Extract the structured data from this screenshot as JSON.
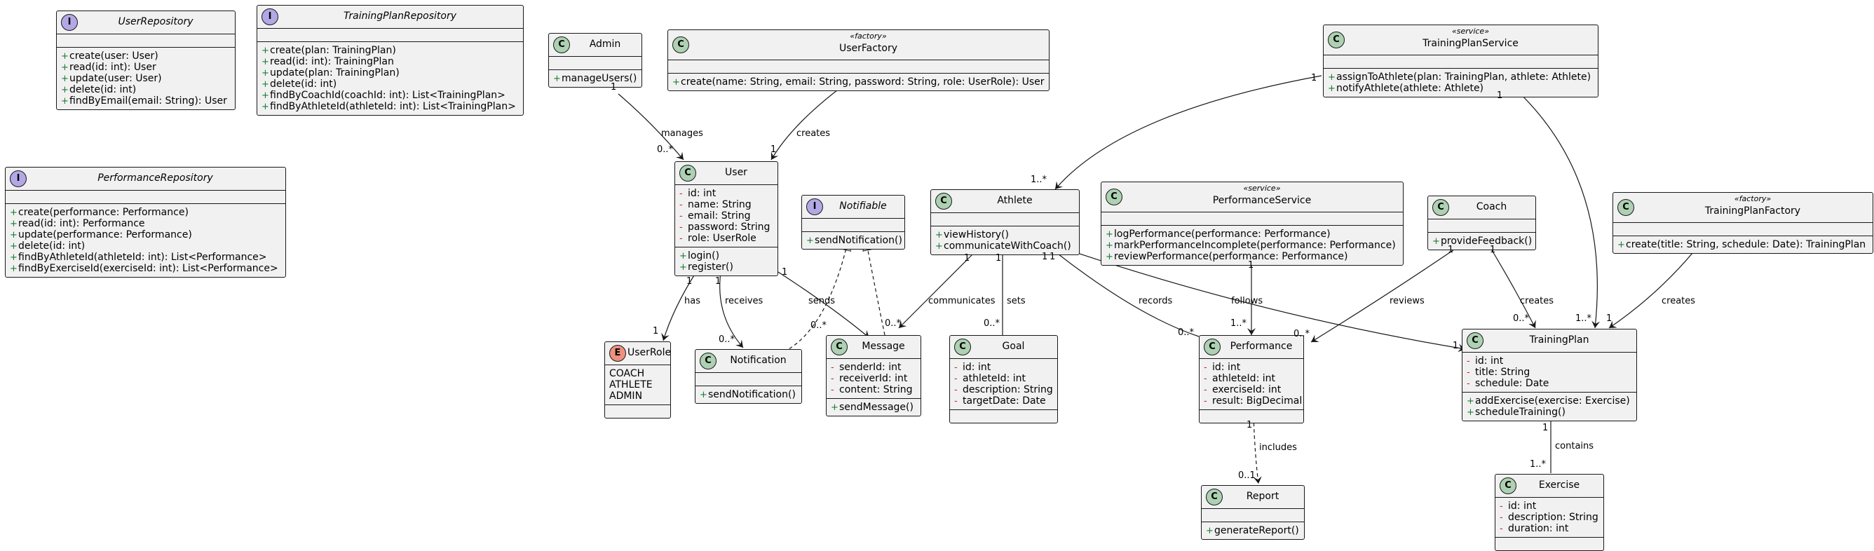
{
  "classes": {
    "user_repository": {
      "name": "UserRepository",
      "kind": "interface",
      "methods": [
        "create(user: User)",
        "read(id: int): User",
        "update(user: User)",
        "delete(id: int)",
        "findByEmail(email: String): User"
      ]
    },
    "training_plan_repository": {
      "name": "TrainingPlanRepository",
      "kind": "interface",
      "methods": [
        "create(plan: TrainingPlan)",
        "read(id: int): TrainingPlan",
        "update(plan: TrainingPlan)",
        "delete(id: int)",
        "findByCoachId(coachId: int): List<TrainingPlan>",
        "findByAthleteId(athleteId: int): List<TrainingPlan>"
      ]
    },
    "performance_repository": {
      "name": "PerformanceRepository",
      "kind": "interface",
      "methods": [
        "create(performance: Performance)",
        "read(id: int): Performance",
        "update(performance: Performance)",
        "delete(id: int)",
        "findByAthleteId(athleteId: int): List<Performance>",
        "findByExerciseId(exerciseId: int): List<Performance>"
      ]
    },
    "admin": {
      "name": "Admin",
      "kind": "class",
      "methods": [
        "manageUsers()"
      ]
    },
    "user_factory": {
      "name": "UserFactory",
      "kind": "class",
      "stereotype": "«factory»",
      "methods": [
        "create(name: String, email: String, password: String, role: UserRole): User"
      ]
    },
    "training_plan_service": {
      "name": "TrainingPlanService",
      "kind": "class",
      "stereotype": "«service»",
      "methods": [
        "assignToAthlete(plan: TrainingPlan, athlete: Athlete)",
        "notifyAthlete(athlete: Athlete)"
      ]
    },
    "user": {
      "name": "User",
      "kind": "class",
      "fields": [
        "id: int",
        "name: String",
        "email: String",
        "password: String",
        "role: UserRole"
      ],
      "methods": [
        "login()",
        "register()"
      ]
    },
    "notifiable": {
      "name": "Notifiable",
      "kind": "interface",
      "methods": [
        "sendNotification()"
      ]
    },
    "athlete": {
      "name": "Athlete",
      "kind": "class",
      "methods": [
        "viewHistory()",
        "communicateWithCoach()"
      ]
    },
    "performance_service": {
      "name": "PerformanceService",
      "kind": "class",
      "stereotype": "«service»",
      "methods": [
        "logPerformance(performance: Performance)",
        "markPerformanceIncomplete(performance: Performance)",
        "reviewPerformance(performance: Performance)"
      ]
    },
    "coach": {
      "name": "Coach",
      "kind": "class",
      "methods": [
        "provideFeedback()"
      ]
    },
    "training_plan_factory": {
      "name": "TrainingPlanFactory",
      "kind": "class",
      "stereotype": "«factory»",
      "methods": [
        "create(title: String, schedule: Date): TrainingPlan"
      ]
    },
    "user_role": {
      "name": "UserRole",
      "kind": "enum",
      "values": [
        "COACH",
        "ATHLETE",
        "ADMIN"
      ]
    },
    "notification": {
      "name": "Notification",
      "kind": "class",
      "methods": [
        "sendNotification()"
      ]
    },
    "message": {
      "name": "Message",
      "kind": "class",
      "fields": [
        "senderId: int",
        "receiverId: int",
        "content: String"
      ],
      "methods": [
        "sendMessage()"
      ]
    },
    "goal": {
      "name": "Goal",
      "kind": "class",
      "fields": [
        "id: int",
        "athleteId: int",
        "description: String",
        "targetDate: Date"
      ]
    },
    "performance": {
      "name": "Performance",
      "kind": "class",
      "fields": [
        "id: int",
        "athleteId: int",
        "exerciseId: int",
        "result: BigDecimal"
      ]
    },
    "training_plan": {
      "name": "TrainingPlan",
      "kind": "class",
      "fields": [
        "id: int",
        "title: String",
        "schedule: Date"
      ],
      "methods": [
        "addExercise(exercise: Exercise)",
        "scheduleTraining()"
      ]
    },
    "report": {
      "name": "Report",
      "kind": "class",
      "methods": [
        "generateReport()"
      ]
    },
    "exercise": {
      "name": "Exercise",
      "kind": "class",
      "fields": [
        "id: int",
        "description: String",
        "duration: int"
      ]
    }
  },
  "relations": [
    {
      "from": "admin",
      "to": "user",
      "type": "association",
      "label": "manages",
      "from_mult": "1",
      "to_mult": "0..*"
    },
    {
      "from": "user_factory",
      "to": "user",
      "type": "association",
      "label": "creates",
      "from_mult": "",
      "to_mult": "1"
    },
    {
      "from": "training_plan_service",
      "to": "athlete",
      "type": "association",
      "label": "",
      "from_mult": "1",
      "to_mult": "1..*"
    },
    {
      "from": "training_plan_service",
      "to": "training_plan",
      "type": "association",
      "label": "",
      "from_mult": "1",
      "to_mult": "1..*"
    },
    {
      "from": "user",
      "to": "user_role",
      "type": "association",
      "label": "has",
      "from_mult": "1",
      "to_mult": "1"
    },
    {
      "from": "user",
      "to": "notification",
      "type": "association",
      "label": "receives",
      "from_mult": "1",
      "to_mult": "0..*"
    },
    {
      "from": "user",
      "to": "message",
      "type": "association",
      "label": "sends",
      "from_mult": "1",
      "to_mult": "0..*"
    },
    {
      "from": "notification",
      "to": "notifiable",
      "type": "realization",
      "label": "",
      "from_mult": "",
      "to_mult": ""
    },
    {
      "from": "message",
      "to": "notifiable",
      "type": "realization",
      "label": "",
      "from_mult": "",
      "to_mult": ""
    },
    {
      "from": "athlete",
      "to": "message",
      "type": "association",
      "label": "communicates",
      "from_mult": "1",
      "to_mult": "0..*"
    },
    {
      "from": "athlete",
      "to": "goal",
      "type": "composition",
      "label": "sets",
      "from_mult": "1",
      "to_mult": "0..*"
    },
    {
      "from": "athlete",
      "to": "performance",
      "type": "composition",
      "label": "records",
      "from_mult": "1",
      "to_mult": "0..*"
    },
    {
      "from": "athlete",
      "to": "training_plan",
      "type": "association",
      "label": "follows",
      "from_mult": "1",
      "to_mult": "1"
    },
    {
      "from": "performance_service",
      "to": "performance",
      "type": "association",
      "label": "",
      "from_mult": "1",
      "to_mult": "1..*"
    },
    {
      "from": "coach",
      "to": "performance",
      "type": "association",
      "label": "reviews",
      "from_mult": "1",
      "to_mult": "0..*"
    },
    {
      "from": "coach",
      "to": "training_plan",
      "type": "association",
      "label": "creates",
      "from_mult": "1",
      "to_mult": "0..*"
    },
    {
      "from": "training_plan_factory",
      "to": "training_plan",
      "type": "association",
      "label": "creates",
      "from_mult": "",
      "to_mult": "1"
    },
    {
      "from": "performance",
      "to": "report",
      "type": "dependency",
      "label": "includes",
      "from_mult": "1",
      "to_mult": "0..1"
    },
    {
      "from": "training_plan",
      "to": "exercise",
      "type": "composition",
      "label": "contains",
      "from_mult": "1",
      "to_mult": "1..*"
    }
  ],
  "colors": {
    "class_badge": "#add1b2",
    "interface_badge": "#b4a7e5",
    "enum_badge": "#eb937f",
    "private_marker": "#c82828",
    "public_marker": "#1b7a33",
    "box_fill": "#f1f1f1",
    "line": "#181818"
  },
  "glyphs": {
    "class": "C",
    "interface": "I",
    "enum": "E"
  },
  "visibility": {
    "private": "-",
    "public": "+"
  }
}
